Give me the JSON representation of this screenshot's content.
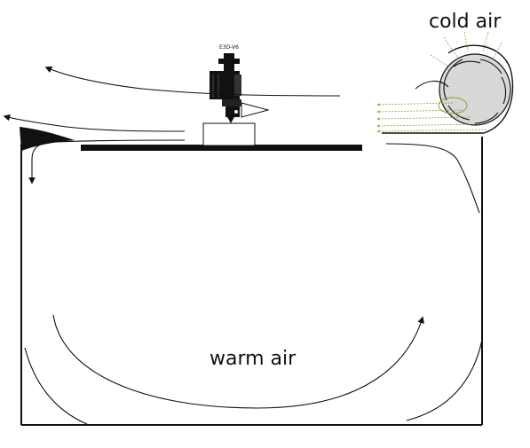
{
  "labels": {
    "cold_air": "cold air",
    "warm_air": "warm air",
    "hotend": "E3D-V6"
  },
  "colors": {
    "line": "#111111",
    "fan_fill": "#d8d8d8",
    "cold_stream": "#9a9a3a",
    "background": "#ffffff"
  },
  "icons": {
    "fan": "blower-fan-icon",
    "hotend": "hotend-icon"
  }
}
